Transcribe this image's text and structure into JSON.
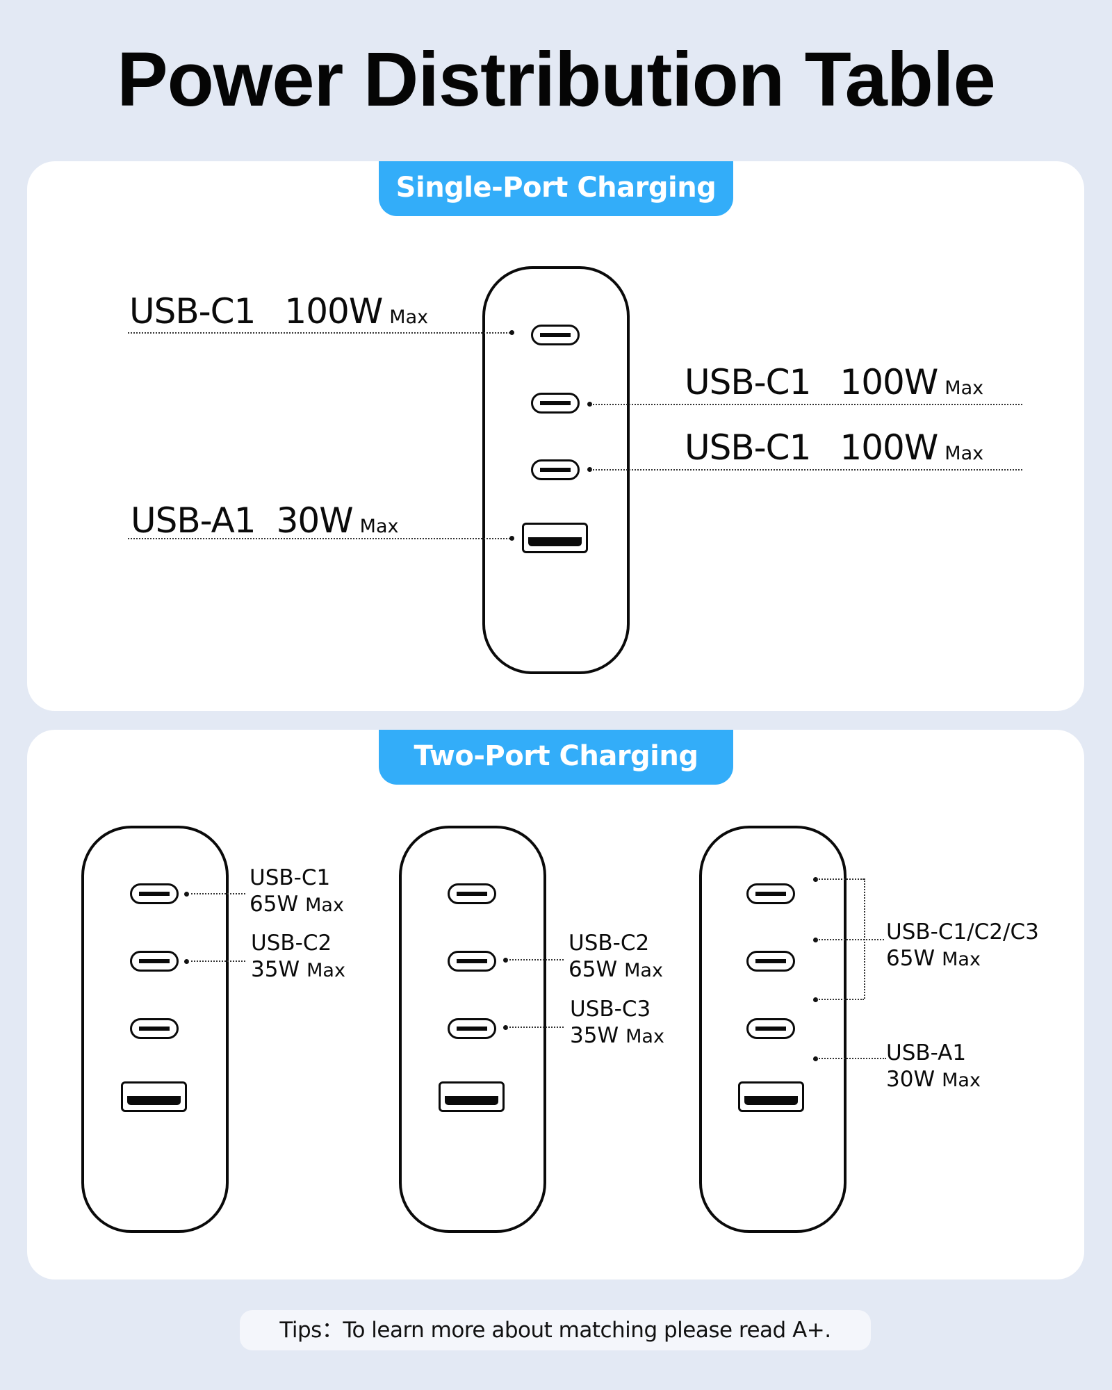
{
  "title": "Power Distribution Table",
  "colors": {
    "background": "#e3e9f4",
    "card": "#ffffff",
    "accent": "#33adf9",
    "tips_background": "#f4f6fb",
    "outline": "#0a0a0a"
  },
  "single_port": {
    "heading": "Single-Port Charging",
    "ports": [
      "USB-C",
      "USB-C",
      "USB-C",
      "USB-A"
    ],
    "labels": [
      {
        "port": "USB-C1",
        "power": "100W",
        "suffix": "Max",
        "side": "left",
        "port_index": 0
      },
      {
        "port": "USB-C1",
        "power": "100W",
        "suffix": "Max",
        "side": "right",
        "port_index": 1
      },
      {
        "port": "USB-C1",
        "power": "100W",
        "suffix": "Max",
        "side": "right",
        "port_index": 2
      },
      {
        "port": "USB-A1",
        "power": "30W",
        "suffix": "Max",
        "side": "left",
        "port_index": 3
      }
    ]
  },
  "two_port": {
    "heading": "Two-Port Charging",
    "configs": [
      {
        "labels": [
          {
            "port": "USB-C1",
            "power": "65W",
            "suffix": "Max",
            "port_index": 0
          },
          {
            "port": "USB-C2",
            "power": "35W",
            "suffix": "Max",
            "port_index": 1
          }
        ]
      },
      {
        "labels": [
          {
            "port": "USB-C2",
            "power": "65W",
            "suffix": "Max",
            "port_index": 1
          },
          {
            "port": "USB-C3",
            "power": "35W",
            "suffix": "Max",
            "port_index": 2
          }
        ]
      },
      {
        "labels": [
          {
            "port": "USB-C1/C2/C3",
            "power": "65W",
            "suffix": "Max",
            "port_index": [
              0,
              1,
              2
            ]
          },
          {
            "port": "USB-A1",
            "power": "30W",
            "suffix": "Max",
            "port_index": 3
          }
        ]
      }
    ]
  },
  "tips": "Tips：To learn more about matching please read A+."
}
